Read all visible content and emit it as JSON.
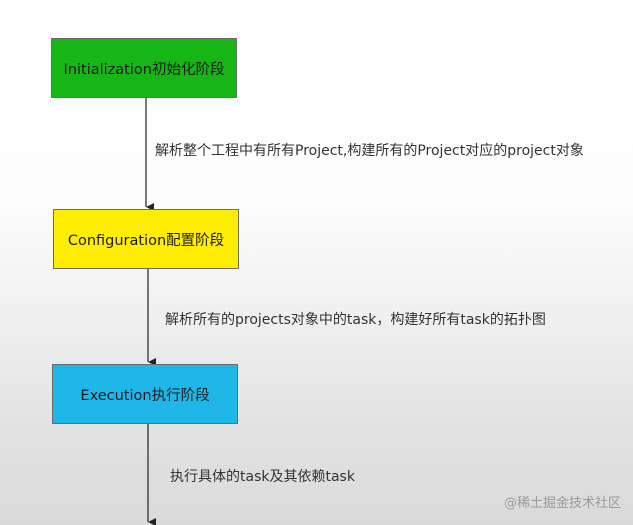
{
  "stages": [
    {
      "label": "Initialization初始化阶段",
      "color": "#17b617"
    },
    {
      "label": "Configuration配置阶段",
      "color": "#ffee00"
    },
    {
      "label": "Execution执行阶段",
      "color": "#1fb6e8"
    }
  ],
  "descriptions": [
    "解析整个工程中有所有Project,构建所有的Project对应的project对象",
    "解析所有的projects对象中的task，构建好所有task的拓扑图",
    "执行具体的task及其依赖task"
  ],
  "watermark": "@稀土掘金技术社区",
  "colors": {
    "arrow": "#222222",
    "box_border": "#6b6b6b"
  }
}
